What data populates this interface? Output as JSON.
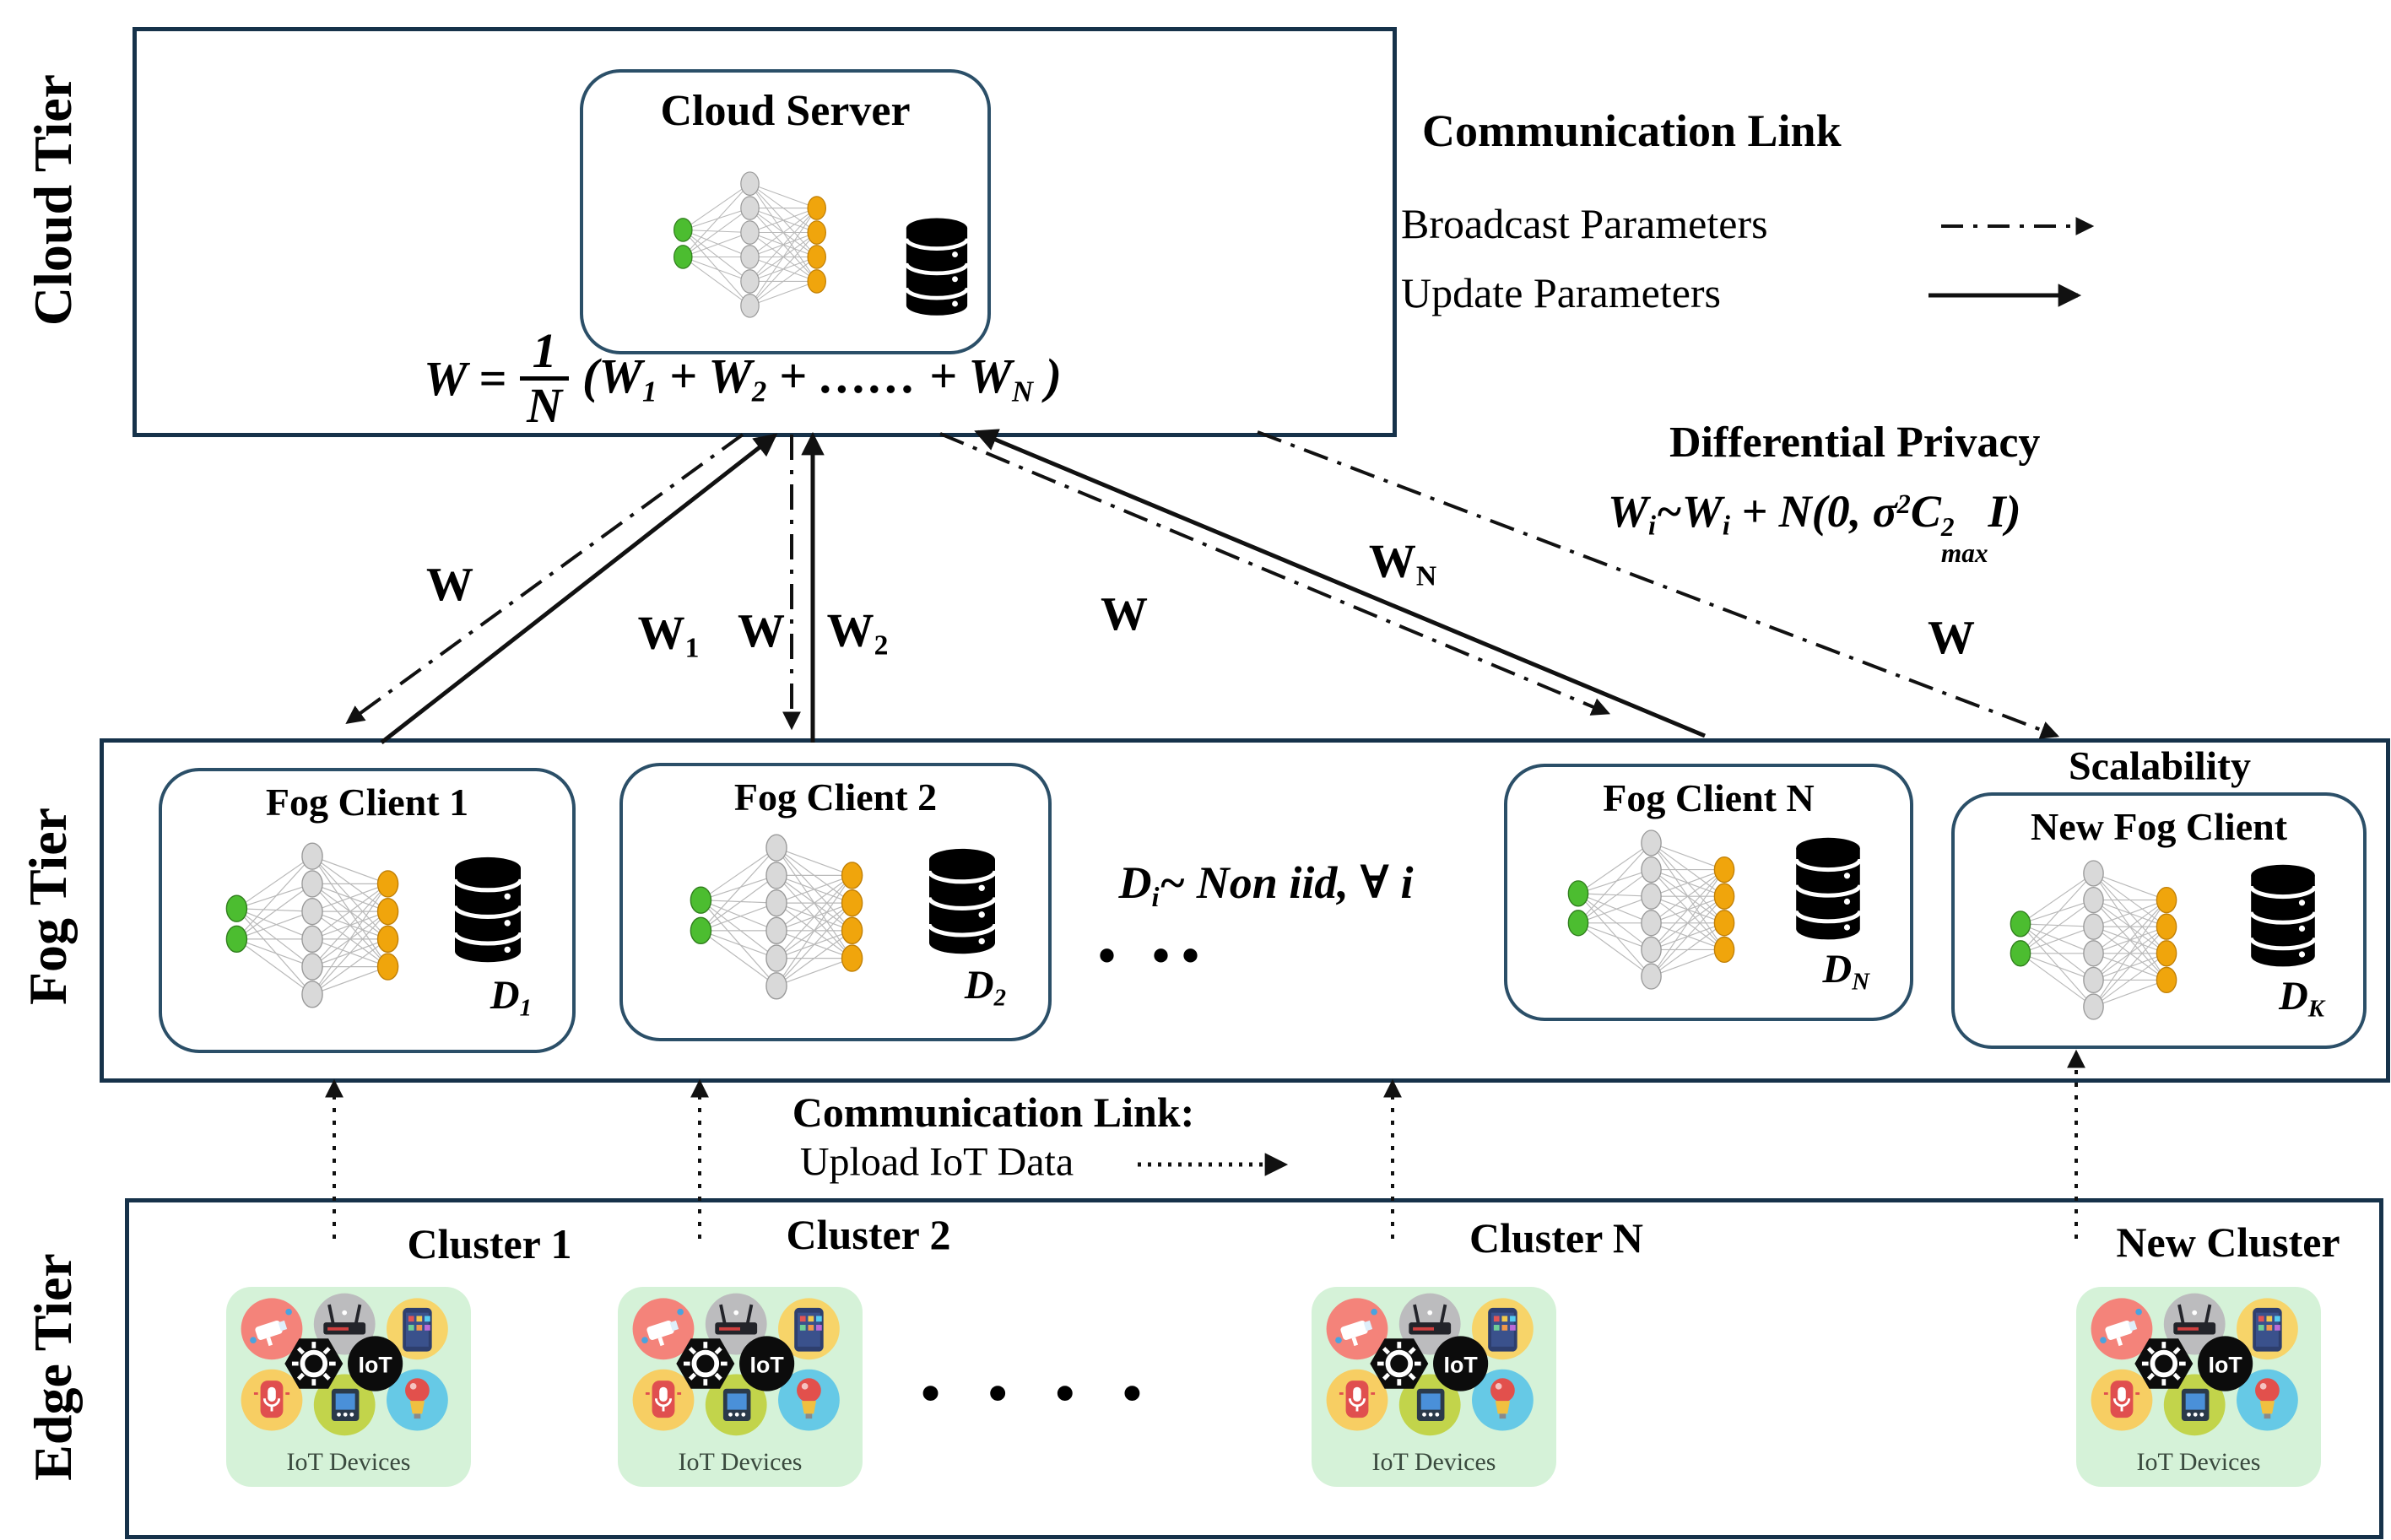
{
  "tiers": {
    "cloud": "Cloud Tier",
    "fog": "Fog Tier",
    "edge": "Edge Tier"
  },
  "cloud": {
    "server_title": "Cloud Server",
    "formula": {
      "lhs": "W =",
      "num": "1",
      "den": "N",
      "p1": "(W",
      "s1": "1",
      "p2": "+ W",
      "s2": "2",
      "p3": "+ …… + W",
      "s3": "N",
      "p4": ")"
    }
  },
  "legend": {
    "title": "Communication Link",
    "items": [
      {
        "label": "Broadcast Parameters",
        "style": "dash-dot-arrow"
      },
      {
        "label": "Update Parameters",
        "style": "solid-arrow"
      }
    ]
  },
  "privacy": {
    "title": "Differential Privacy",
    "formula": {
      "p1": "W",
      "s1": "i",
      "p2": "~W",
      "s2": "i",
      "p3": " + N(0, σ",
      "sup3": "2",
      "p4": "C",
      "c_sup": "2",
      "c_sub": "max",
      "p5": "I)"
    }
  },
  "arrow_labels": {
    "broadcast_fc1": "W",
    "update_fc1": {
      "b": "W",
      "s": "1"
    },
    "broadcast_fc2": "W",
    "update_fc2": {
      "b": "W",
      "s": "2"
    },
    "broadcast_fcn": "W",
    "update_fcn": {
      "b": "W",
      "s": "N"
    },
    "broadcast_new": "W"
  },
  "fog": {
    "scalability": "Scalability",
    "noniid": {
      "p1": "D",
      "s1": "i",
      "p2": "~ Non iid, ∀ i"
    },
    "dots": "•   ••",
    "clients": [
      {
        "title": "Fog Client 1",
        "d": "D",
        "ds": "1"
      },
      {
        "title": "Fog Client 2",
        "d": "D",
        "ds": "2"
      },
      {
        "title": "Fog Client N",
        "d": "D",
        "ds": "N"
      },
      {
        "title": "New Fog Client",
        "d": "D",
        "ds": "K"
      }
    ]
  },
  "gap": {
    "title": "Communication Link:",
    "upload": "Upload IoT Data"
  },
  "edge": {
    "dots": "•  •  •  •",
    "clusters": [
      {
        "label": "Cluster 1"
      },
      {
        "label": "Cluster 2"
      },
      {
        "label": "Cluster N"
      },
      {
        "label": "New Cluster"
      }
    ],
    "iot_card": {
      "badge": "IoT",
      "label": "IoT Devices"
    }
  },
  "colors": {
    "tier_border": "#16324a",
    "client_border": "#2b4f68",
    "nn_input_green": "#4cbd30",
    "nn_hidden_gray": "#d9d9d9",
    "nn_output_orange": "#f0a50c",
    "database_black": "#000000",
    "iot_card_bg": "#d5f2d8",
    "arrow_black": "#111111"
  }
}
